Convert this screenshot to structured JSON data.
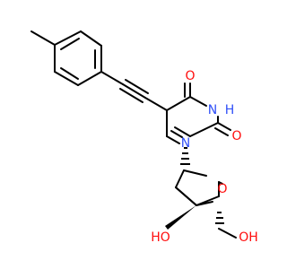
{
  "colors": {
    "bond": "#000000",
    "oxygen": "#ff0d0d",
    "nitrogen": "#3050f8",
    "carbon": "#000000"
  },
  "atoms": {
    "o_carbonyl_top": "O",
    "nh": "N",
    "nh_h": "H",
    "o_carbonyl_right": "O",
    "n_glycosidic": "N",
    "o_ring": "O",
    "ho_left": "HO",
    "oh_right": "OH"
  }
}
